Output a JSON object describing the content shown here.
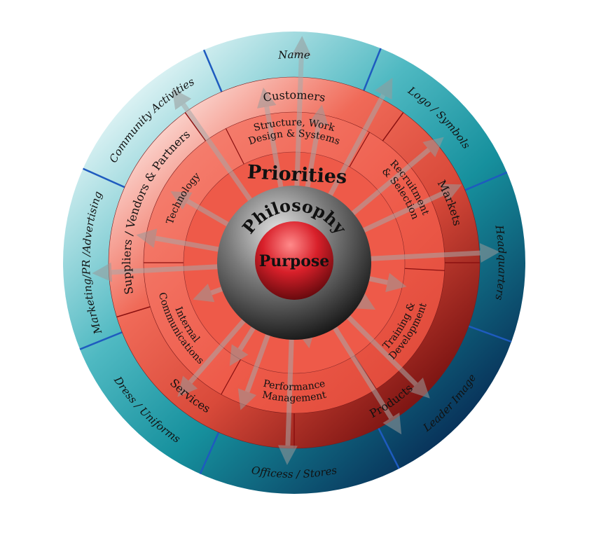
{
  "diagram": {
    "outer_ring": [
      "Name",
      "Logo / Symbols",
      "Headquarters",
      "Leader Image",
      "Officess / Stores",
      "Dress / Uniforms",
      "Marketing/PR /Advertising",
      "Community Activities"
    ],
    "stakeholder_ring": [
      "Customers",
      "Markets",
      "Products",
      "Services",
      "Suppliers / Vendors & Partners"
    ],
    "systems_ring": [
      [
        "Structure, Work",
        "Design & Systems"
      ],
      [
        "Recruitment",
        "& Selection"
      ],
      [
        "Training &",
        "Development"
      ],
      [
        "Performance",
        "Management"
      ],
      [
        "Internal",
        "Communications"
      ],
      [
        "Technology"
      ]
    ],
    "priorities": "Priorities",
    "philosophy": "Philosophy",
    "purpose": "Purpose"
  },
  "colors": {
    "teal": "#1b98a4",
    "teal_dark": "#0a2c55",
    "red": "#ef5c4b",
    "red_dark": "#7a1212",
    "divider_blue": "#1e5bbf",
    "gray": "#555555",
    "purpose_red": "#d8202a"
  }
}
